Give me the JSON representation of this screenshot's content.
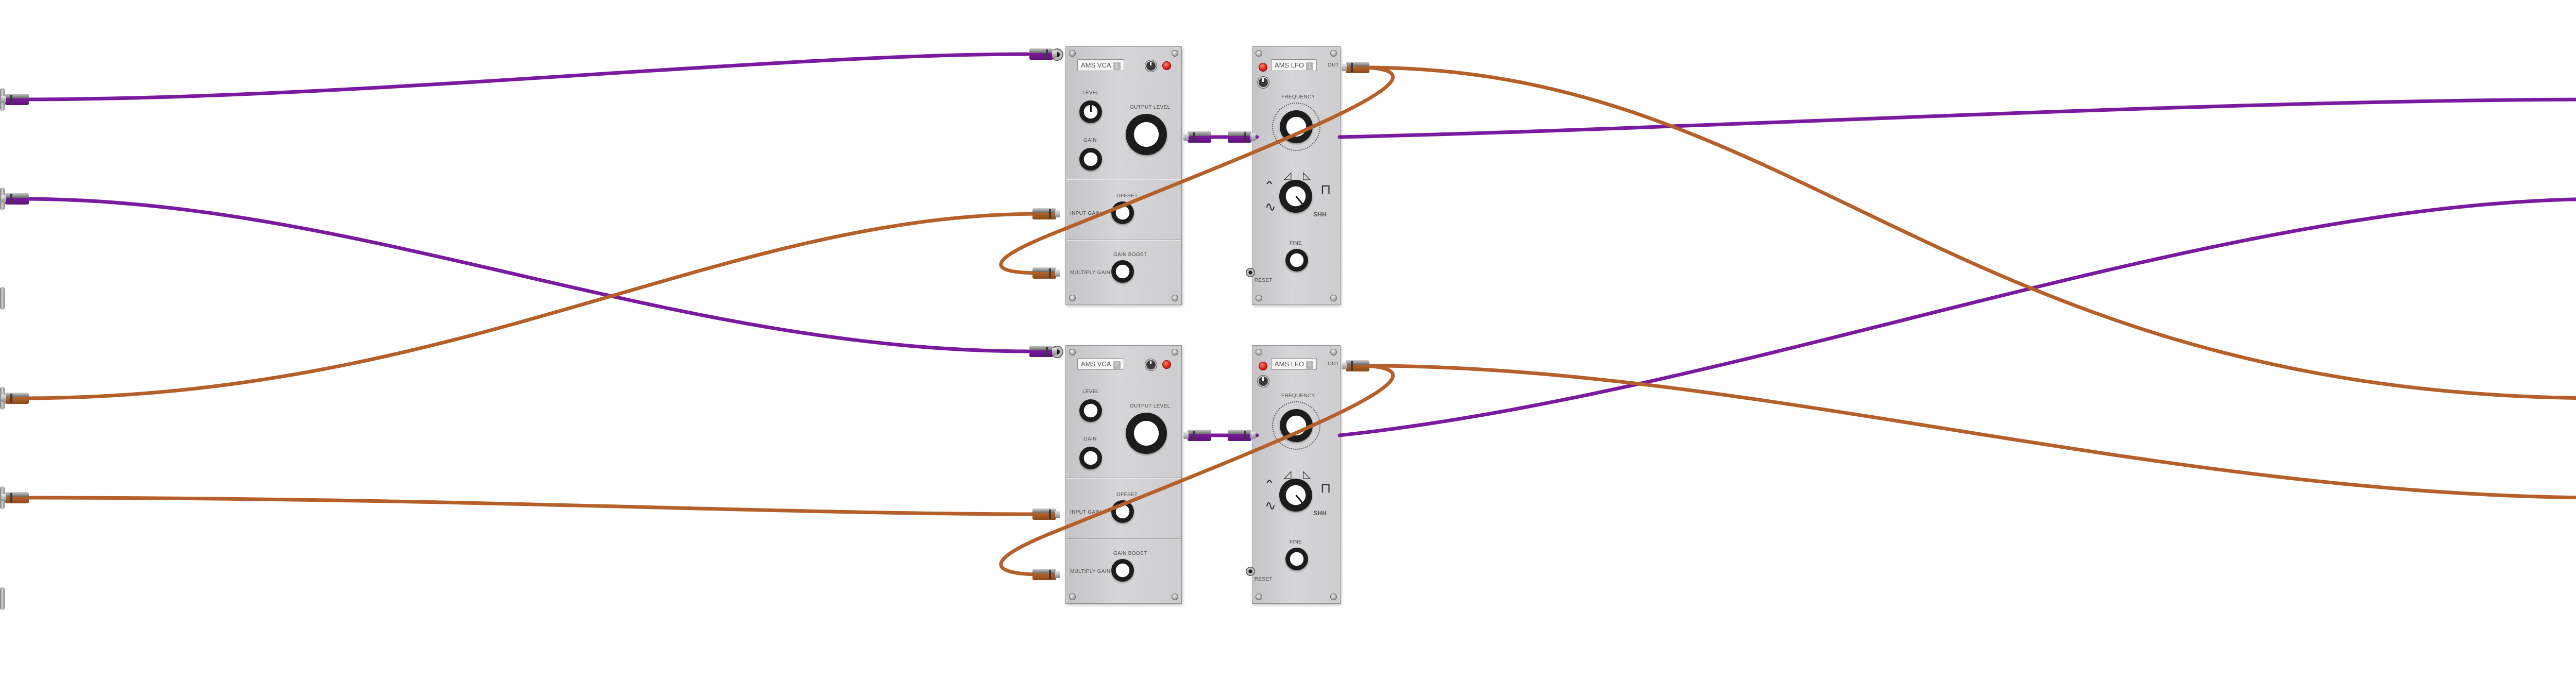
{
  "colors": {
    "purple_cable": "#7a1a9e",
    "orange_cable": "#b5602a",
    "led_red": "#e01e12",
    "panel": "#d0d0d2"
  },
  "vca_modules": [
    {
      "name": "AMS VCA",
      "badge": "1",
      "knobs": {
        "level": "LEVEL",
        "gain": "GAIN",
        "output_level": "OUTPUT LEVEL",
        "offset": "OFFSET",
        "gain_boost": "GAIN BOOST"
      },
      "jacks": {
        "input_gain": "INPUT GAIN",
        "output_gain": "MULTIPLY GAIN"
      }
    },
    {
      "name": "AMS VCA",
      "badge": "2",
      "knobs": {
        "level": "LEVEL",
        "gain": "GAIN",
        "output_level": "OUTPUT LEVEL",
        "offset": "OFFSET",
        "gain_boost": "GAIN BOOST"
      },
      "jacks": {
        "input_gain": "INPUT GAIN",
        "output_gain": "MULTIPLY GAIN"
      }
    }
  ],
  "lfo_modules": [
    {
      "name": "AMS LFO",
      "badge": "1",
      "out_label": "OUT",
      "frequency_label": "FREQUENCY",
      "shape_label": "SHH",
      "fine_label": "FINE",
      "reset_label": "RESET"
    },
    {
      "name": "AMS LFO",
      "badge": "2",
      "out_label": "OUT",
      "frequency_label": "FREQUENCY",
      "shape_label": "SHH",
      "fine_label": "FINE",
      "reset_label": "RESET"
    }
  ],
  "icons": {
    "waveform_sine": "sine-wave-icon",
    "waveform_triangle": "triangle-wave-icon",
    "waveform_saw": "saw-wave-icon",
    "waveform_square": "square-wave-icon"
  }
}
